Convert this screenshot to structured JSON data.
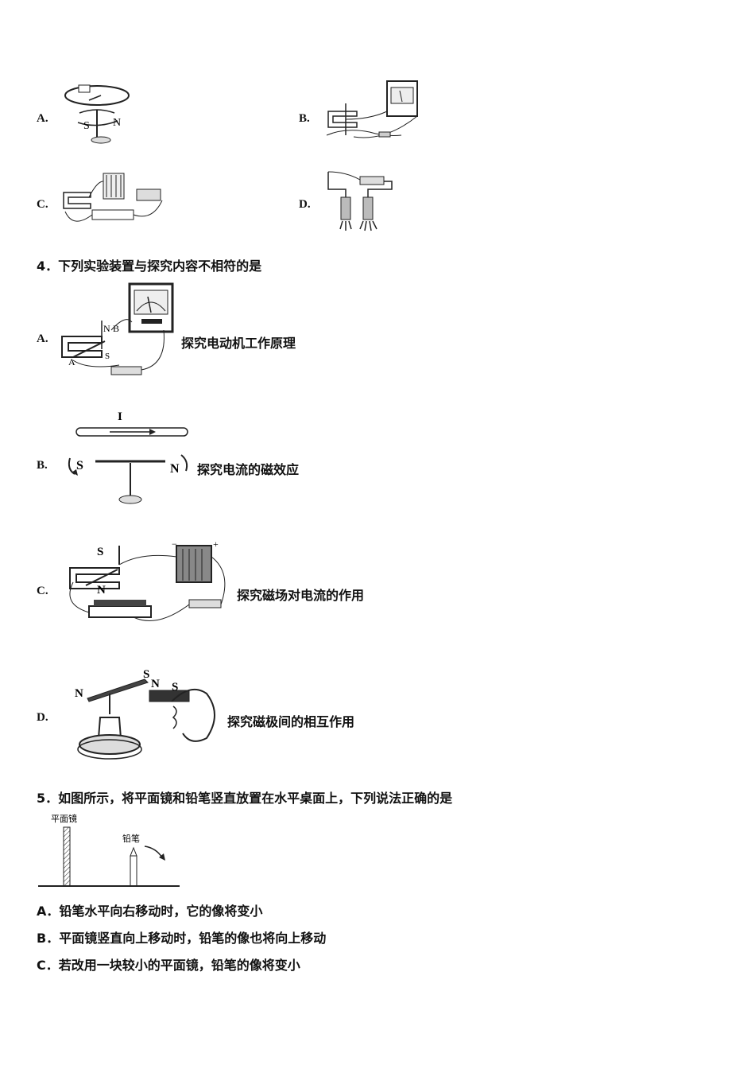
{
  "q3": {
    "options": [
      {
        "label": "A."
      },
      {
        "label": "B."
      },
      {
        "label": "C."
      },
      {
        "label": "D."
      }
    ]
  },
  "q4": {
    "stem": "4．下列实验装置与探究内容不相符的是",
    "options": [
      {
        "label": "A.",
        "caption": "探究电动机工作原理"
      },
      {
        "label": "B.",
        "caption": "探究电流的磁效应"
      },
      {
        "label": "C.",
        "caption": "探究磁场对电流的作用"
      },
      {
        "label": "D.",
        "caption": "探究磁极间的相互作用"
      }
    ]
  },
  "q5": {
    "stem": "5．如图所示，将平面镜和铅笔竖直放置在水平桌面上，下列说法正确的是",
    "figure": {
      "mirror_label": "平面镜",
      "pencil_label": "铅笔"
    },
    "options": [
      {
        "text": "A．铅笔水平向右移动时，它的像将变小"
      },
      {
        "text": "B．平面镜竖直向上移动时，铅笔的像也将向上移动"
      },
      {
        "text": "C．若改用一块较小的平面镜，铅笔的像将变小"
      }
    ]
  }
}
